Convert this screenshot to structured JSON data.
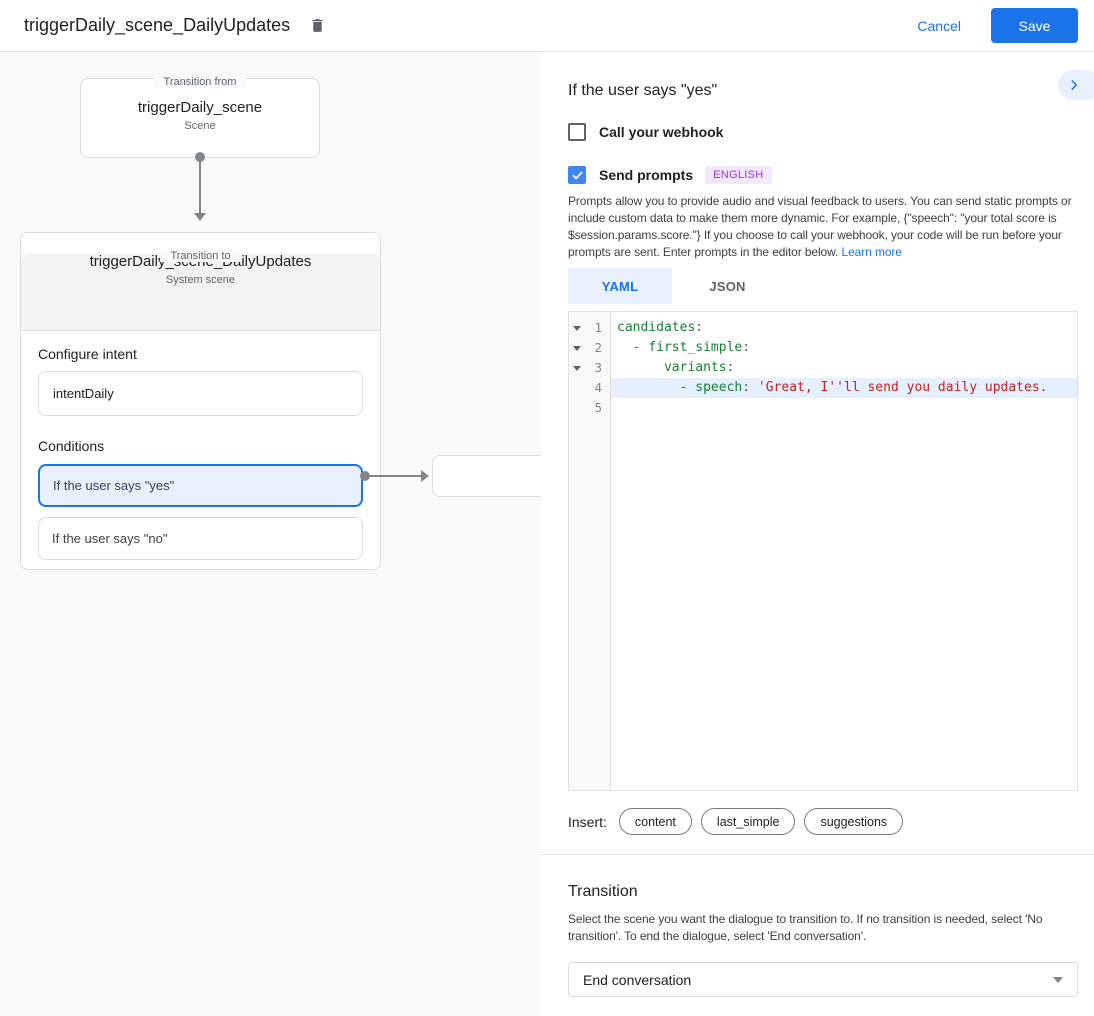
{
  "header": {
    "title": "triggerDaily_scene_DailyUpdates",
    "cancel_label": "Cancel",
    "save_label": "Save"
  },
  "canvas": {
    "transition_from": {
      "legend": "Transition from",
      "title": "triggerDaily_scene",
      "subtitle": "Scene"
    },
    "transition_to": {
      "legend": "Transition to",
      "title": "triggerDaily_scene_DailyUpdates",
      "subtitle": "System scene",
      "configure_intent_label": "Configure intent",
      "intent_value": "intentDaily",
      "conditions_label": "Conditions",
      "conditions": [
        {
          "label": "If the user says \"yes\"",
          "selected": true
        },
        {
          "label": "If the user says \"no\"",
          "selected": false
        }
      ]
    }
  },
  "panel": {
    "title": "If the user says \"yes\"",
    "collapse_icon": "chevron-right-icon",
    "webhook_checkbox": {
      "label": "Call your webhook",
      "checked": false
    },
    "prompts_checkbox": {
      "label": "Send prompts",
      "checked": true,
      "badge": "ENGLISH"
    },
    "description": "Prompts allow you to provide audio and visual feedback to users. You can send static prompts or include custom data to make them more dynamic. For example, {\"speech\": \"your total score is $session.params.score.\"} If you choose to call your webhook, your code will be run before your prompts are sent. Enter prompts in the editor below. ",
    "learn_more_label": "Learn more",
    "tabs": [
      {
        "label": "YAML",
        "active": true
      },
      {
        "label": "JSON",
        "active": false
      }
    ],
    "editor": {
      "lines": [
        {
          "num": "1",
          "fold": true,
          "highlight": false,
          "segments": [
            {
              "t": "candidates",
              "c": "key"
            },
            {
              "t": ":",
              "c": "punct"
            }
          ]
        },
        {
          "num": "2",
          "fold": true,
          "highlight": false,
          "segments": [
            {
              "t": "  - ",
              "c": "punct"
            },
            {
              "t": "first_simple",
              "c": "key"
            },
            {
              "t": ":",
              "c": "punct"
            }
          ]
        },
        {
          "num": "3",
          "fold": true,
          "highlight": false,
          "segments": [
            {
              "t": "      ",
              "c": "punct"
            },
            {
              "t": "variants",
              "c": "key"
            },
            {
              "t": ":",
              "c": "punct"
            }
          ]
        },
        {
          "num": "4",
          "fold": false,
          "highlight": true,
          "segments": [
            {
              "t": "        - ",
              "c": "punct"
            },
            {
              "t": "speech",
              "c": "key"
            },
            {
              "t": ": ",
              "c": "punct"
            },
            {
              "t": "'Great, I''ll send you daily updates.",
              "c": "str"
            }
          ]
        },
        {
          "num": "5",
          "fold": false,
          "highlight": false,
          "segments": []
        }
      ]
    },
    "insert_label": "Insert:",
    "insert_chips": [
      "content",
      "last_simple",
      "suggestions"
    ],
    "transition": {
      "title": "Transition",
      "description": "Select the scene you want the dialogue to transition to. If no transition is needed, select 'No transition'. To end the dialogue, select 'End conversation'.",
      "dropdown_value": "End conversation"
    }
  },
  "colors": {
    "accent_blue": "#1a73e8",
    "checkbox_blue": "#4285f4",
    "selected_condition_bg": "#e8f0fe",
    "code_key_green": "#188038",
    "code_string_red": "#c5221f",
    "code_highlight_bg": "#e5effd",
    "badge_purple_bg": "#f3e8fd",
    "badge_purple_text": "#9334e6",
    "canvas_bg": "#f8f9fa"
  }
}
